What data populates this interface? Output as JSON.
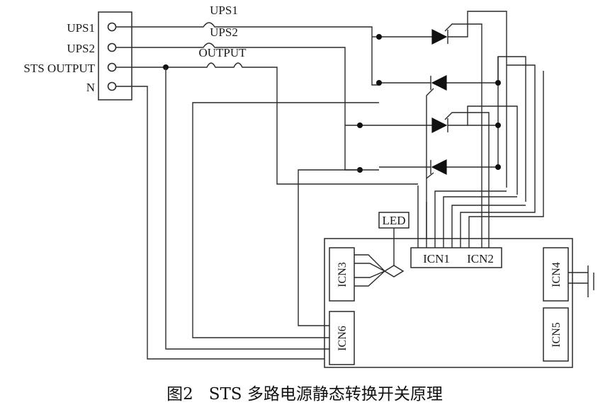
{
  "terminal_block": {
    "labels": [
      "UPS1",
      "UPS2",
      "STS OUTPUT",
      "N"
    ]
  },
  "crossover_labels": {
    "ups1": "UPS1",
    "ups2": "UPS2",
    "output": "OUTPUT"
  },
  "components": {
    "led": "LED",
    "icn1": "ICN1",
    "icn2": "ICN2",
    "icn3": "ICN3",
    "icn4": "ICN4",
    "icn5": "ICN5",
    "icn6": "ICN6"
  },
  "caption": "图2   STS 多路电源静态转换开关原理"
}
